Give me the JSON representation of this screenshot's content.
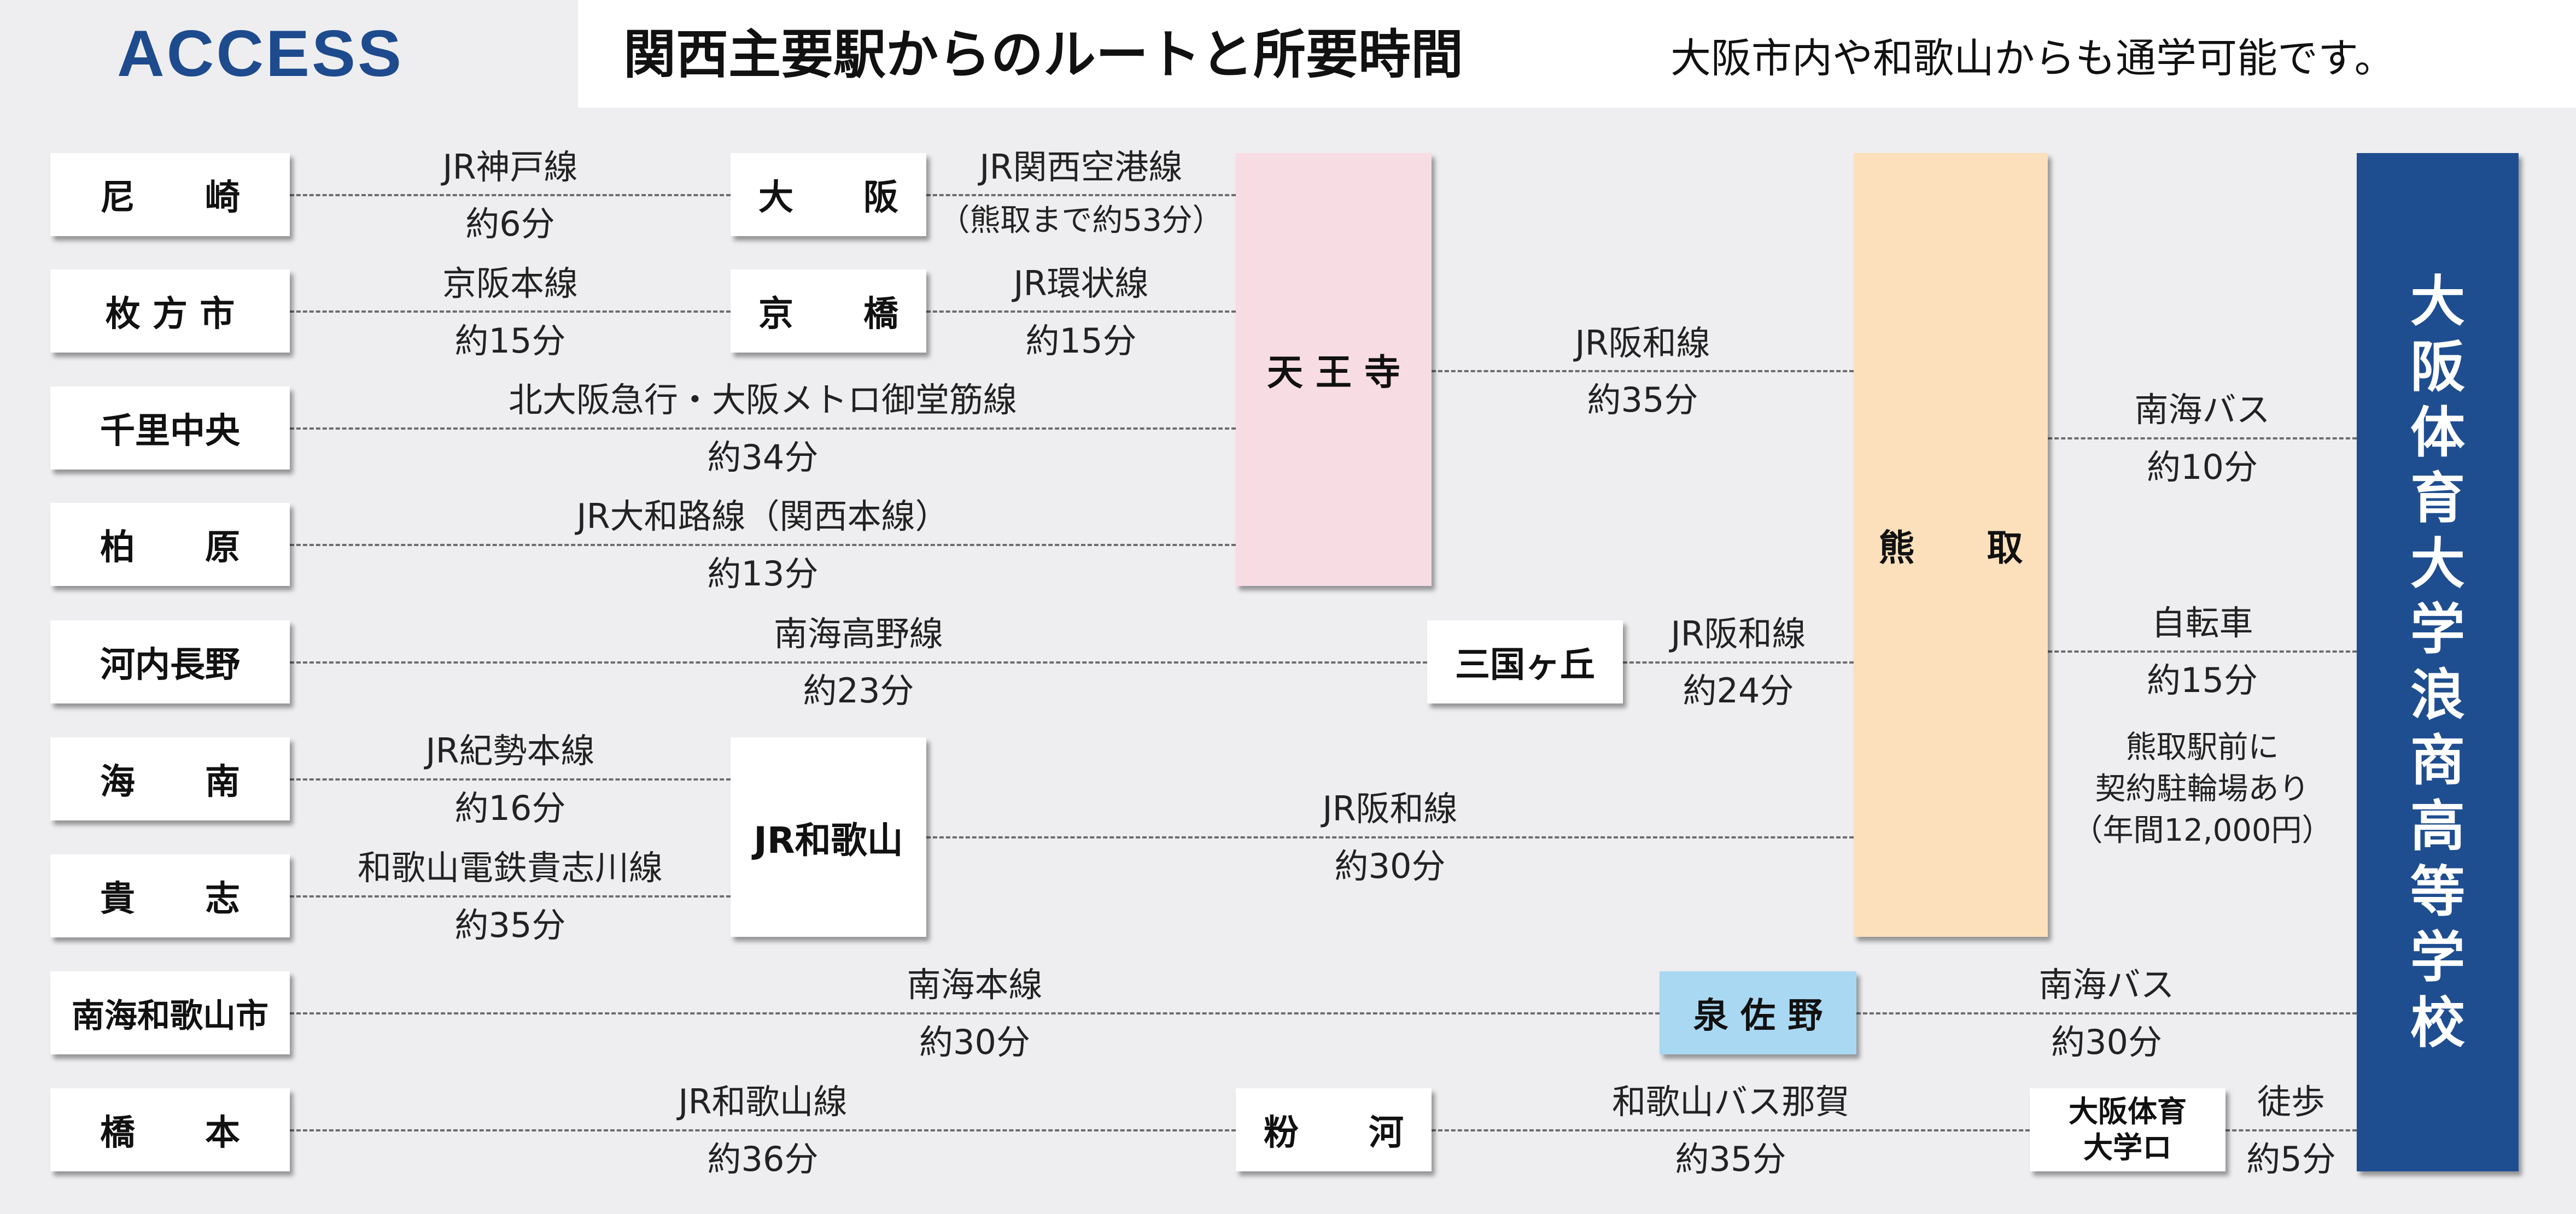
{
  "header": {
    "access": "ACCESS",
    "title": "関西主要駅からのルートと所要時間",
    "subtitle": "大阪市内や和歌山からも通学可能です。"
  },
  "colors": {
    "access_blue": "#1e4b8e",
    "school_blue": "#1f4e90",
    "tennoji_pink": "#f8dce4",
    "kumatori_peach": "#fbe0bb",
    "izumisano_blue": "#a9d8f2"
  },
  "stations": {
    "amagasaki": "尼　　崎",
    "hirakatashi": "枚 方 市",
    "senrichuo": "千里中央",
    "kashiwara": "柏　　原",
    "kawachinagano": "河内長野",
    "kainan": "海　　南",
    "kishi": "貴　　志",
    "nankaiwakayamashi": "南海和歌山市",
    "hashimoto": "橋　　本",
    "osaka": "大　　阪",
    "kyobashi": "京　　橋",
    "tennoji": "天 王 寺",
    "mikunigaoka": "三国ヶ丘",
    "jrwakayama": "JR和歌山",
    "kumatori": "熊　　取",
    "izumisano": "泉 佐 野",
    "kokawa": "粉　　河",
    "daigakuguchi_1": "大阪体育",
    "daigakuguchi_2": "大学ロ"
  },
  "routes": {
    "amagasaki_line": "JR神戸線",
    "amagasaki_time": "約6分",
    "osaka_line": "JR関西空港線",
    "osaka_note": "（熊取まで約53分）",
    "hirakata_line": "京阪本線",
    "hirakata_time": "約15分",
    "kyobashi_line": "JR環状線",
    "kyobashi_time": "約15分",
    "senri_line": "北大阪急行・大阪メトロ御堂筋線",
    "senri_time": "約34分",
    "kashiwara_line": "JR大和路線（関西本線）",
    "kashiwara_time": "約13分",
    "tennoji_line": "JR阪和線",
    "tennoji_time": "約35分",
    "kawachi_line": "南海高野線",
    "kawachi_time": "約23分",
    "mikuni_line": "JR阪和線",
    "mikuni_time": "約24分",
    "kainan_line": "JR紀勢本線",
    "kainan_time": "約16分",
    "kishi_line": "和歌山電鉄貴志川線",
    "kishi_time": "約35分",
    "wakayama_line": "JR阪和線",
    "wakayama_time": "約30分",
    "nankai_line": "南海本線",
    "nankai_time": "約30分",
    "hashimoto_line": "JR和歌山線",
    "hashimoto_time": "約36分",
    "kokawa_line": "和歌山バス那賀",
    "kokawa_time": "約35分",
    "walk_label": "徒歩",
    "walk_time": "約5分",
    "kumatori_bus": "南海バス",
    "kumatori_bus_time": "約10分",
    "bicycle": "自転車",
    "bicycle_time": "約15分",
    "parking_note_1": "熊取駅前に",
    "parking_note_2": "契約駐輪場あり",
    "parking_note_3": "（年間12,000円）",
    "izumisano_bus": "南海バス",
    "izumisano_bus_time": "約30分"
  },
  "school": [
    "大",
    "阪",
    "体",
    "育",
    "大",
    "学",
    "浪",
    "商",
    "高",
    "等",
    "学",
    "校"
  ]
}
